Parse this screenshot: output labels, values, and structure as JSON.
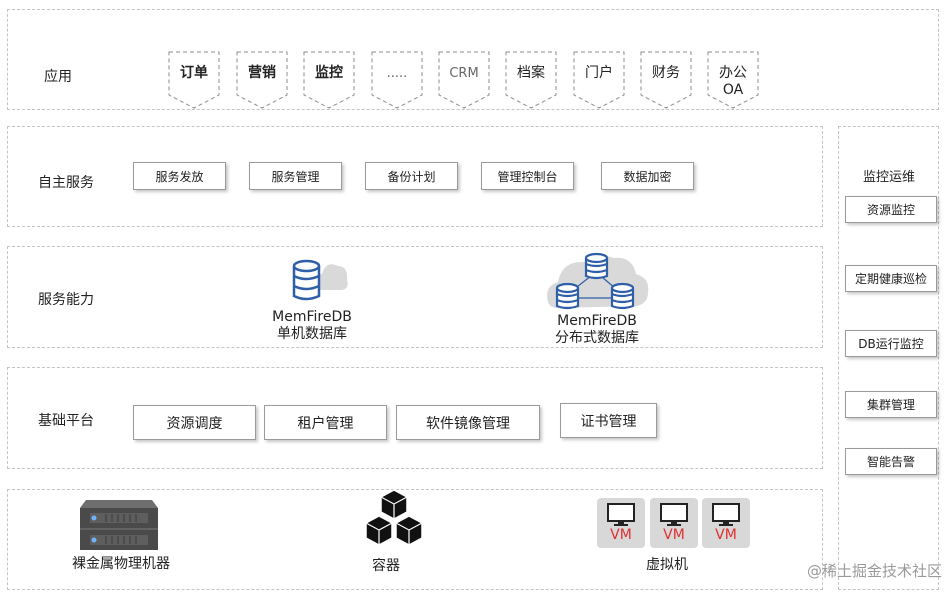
{
  "layers": {
    "app": {
      "label": "应用",
      "items": [
        "订单",
        "营销",
        "监控",
        ".....",
        "CRM",
        "档案",
        "门户",
        "财务",
        "办公OA"
      ]
    },
    "self_service": {
      "label": "自主服务",
      "items": [
        "服务发放",
        "服务管理",
        "备份计划",
        "管理控制台",
        "数据加密"
      ]
    },
    "capability": {
      "label": "服务能力",
      "single": {
        "line1": "MemFireDB",
        "line2": "单机数据库"
      },
      "distributed": {
        "line1": "MemFireDB",
        "line2": "分布式数据库"
      }
    },
    "platform": {
      "label": "基础平台",
      "items": [
        "资源调度",
        "租户管理",
        "软件镜像管理",
        "证书管理"
      ]
    },
    "infra": {
      "bare_metal": "裸金属物理机器",
      "container": "容器",
      "vm": "虚拟机",
      "vm_badge": "VM"
    }
  },
  "ops": {
    "title": "监控运维",
    "items": [
      "资源监控",
      "定期健康巡检",
      "DB运行监控",
      "集群管理",
      "智能告警"
    ]
  },
  "watermark": "@稀土掘金技术社区",
  "colors": {
    "db_blue": "#2f5fa8",
    "cloud_gray": "#d9d9d9",
    "vm_red": "#e03030",
    "server_dark": "#4a4a4a"
  }
}
